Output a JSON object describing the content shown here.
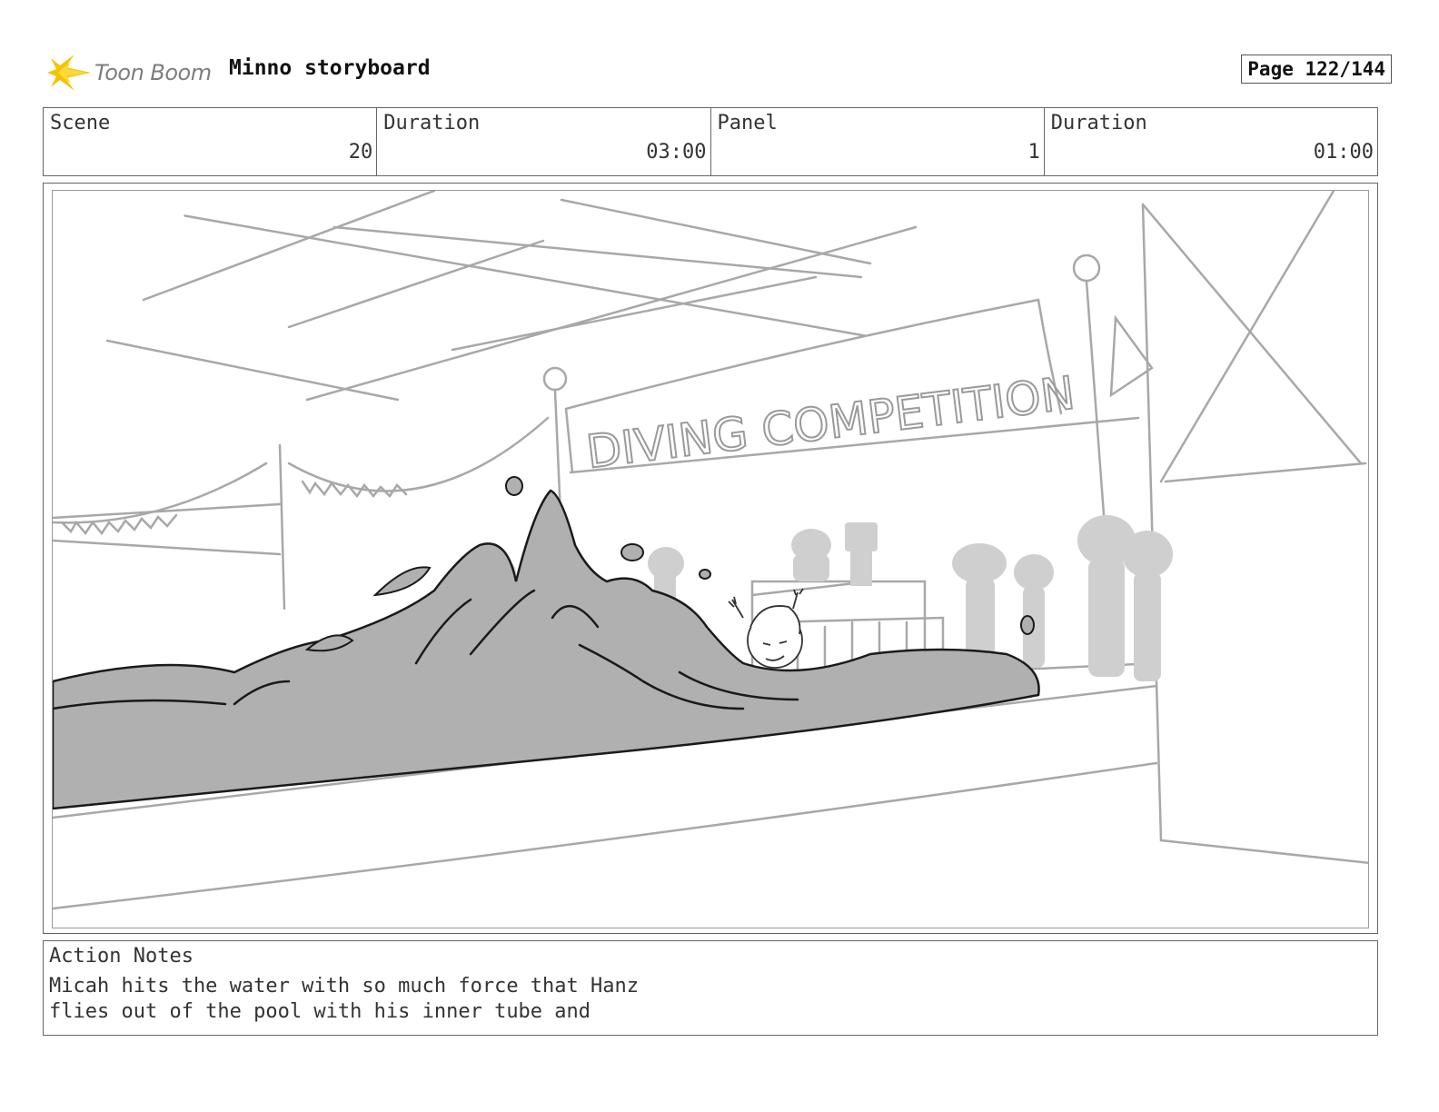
{
  "header": {
    "logo_text": "Toon Boom",
    "title": "Minno storyboard",
    "page_label": "Page 122/144"
  },
  "info": [
    {
      "label": "Scene",
      "value": "20"
    },
    {
      "label": "Duration",
      "value": "03:00"
    },
    {
      "label": "Panel",
      "value": "1"
    },
    {
      "label": "Duration",
      "value": "01:00"
    }
  ],
  "panel": {
    "banner_text": "DIVING COMPETITION",
    "colors": {
      "sketch_line": "#a8a8a8",
      "water_fill": "#b0b0b0",
      "ink": "#1a1a1a",
      "logo_yellow": "#f5c400"
    }
  },
  "notes": {
    "label": "Action Notes",
    "text": "Micah hits the water with so much force that Hanz\nflies out of the pool with his inner tube and"
  }
}
